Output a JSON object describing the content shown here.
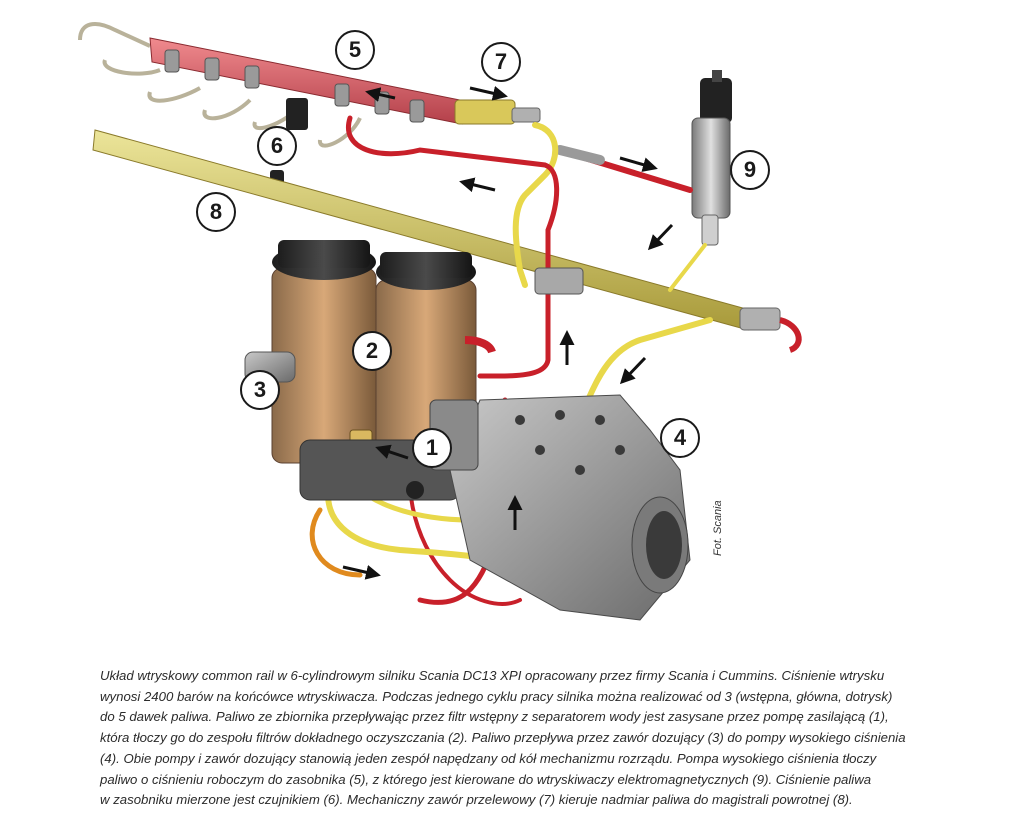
{
  "figure": {
    "callouts": [
      "1",
      "2",
      "3",
      "4",
      "5",
      "6",
      "7",
      "8",
      "9"
    ],
    "photo_credit": "Fot. Scania",
    "colors": {
      "high_pressure_line": "#c8202a",
      "return_line": "#e8d84a",
      "supply_line": "#e08a1e",
      "pressure_rail": "#d9646a",
      "return_rail": "#d8cf68",
      "filter_body": "#c9915e",
      "pump_body": "#9a9a9a"
    }
  },
  "caption": {
    "lines": [
      "Układ wtryskowy common rail w 6-cylindrowym silniku Scania DC13 XPI opracowany przez firmy Scania i Cummins. Ciśnienie wtrysku",
      "wynosi 2400 barów na końcówce wtryskiwacza. Podczas jednego cyklu pracy silnika można realizować od 3 (wstępna, główna, dotrysk)",
      "do 5 dawek paliwa. Paliwo ze zbiornika przepływając przez filtr wstępny z separatorem wody jest zasysane przez pompę zasilającą (1),",
      "która tłoczy go do zespołu filtrów dokładnego oczyszczania (2). Paliwo przepływa przez zawór dozujący (3) do pompy wysokiego ciśnienia",
      "(4). Obie pompy i zawór dozujący stanowią jeden zespół napędzany od kół mechanizmu rozrządu. Pompa wysokiego ciśnienia tłoczy",
      "paliwo o ciśnieniu roboczym do zasobnika (5), z którego jest kierowane do wtryskiwaczy elektromagnetycznych (9). Ciśnienie paliwa",
      "w zasobniku mierzone jest czujnikiem (6). Mechaniczny zawór przelewowy (7) kieruje nadmiar paliwa do magistrali  powrotnej (8)."
    ]
  }
}
